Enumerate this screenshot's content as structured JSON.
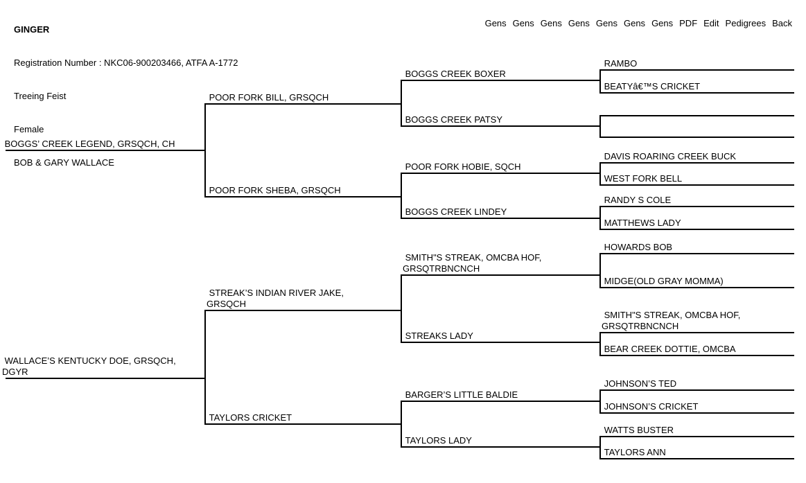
{
  "header": {
    "title": "GINGER",
    "registration": "Registration Number : NKC06-900203466, ATFA A-1772",
    "breed": "Treeing Feist",
    "sex": "Female",
    "owner": "BOB & GARY WALLACE"
  },
  "nav": {
    "links": [
      "Gens",
      "Gens",
      "Gens",
      "Gens",
      "Gens",
      "Gens",
      "Gens",
      "PDF",
      "Edit",
      "Pedigrees",
      "Back"
    ]
  },
  "pedigree": {
    "subject": "GINGER",
    "generations": [
      [
        " BOGGS’ CREEK LEGEND, GRSQCH, CH",
        " WALLACE’S KENTUCKY DOE, GRSQCH,\nDGYR"
      ],
      [
        " POOR FORK BILL, GRSQCH",
        " POOR FORK SHEBA, GRSQCH",
        " STREAK’S INDIAN RIVER JAKE,\nGRSQCH",
        " TAYLORS CRICKET"
      ],
      [
        " BOGGS CREEK BOXER",
        " BOGGS CREEK PATSY",
        " POOR FORK HOBIE, SQCH",
        " BOGGS CREEK LINDEY",
        " SMITH\"S STREAK, OMCBA HOF,\nGRSQTRBNCNCH",
        " STREAKS LADY",
        " BARGER’S LITTLE BALDIE",
        " TAYLORS LADY"
      ],
      [
        " RAMBO",
        " BEATYâ€™S CRICKET",
        "",
        "",
        " DAVIS ROARING CREEK BUCK",
        " WEST FORK BELL",
        " RANDY S COLE",
        " MATTHEWS LADY",
        " HOWARDS BOB",
        " MIDGE(OLD GRAY MOMMA)",
        " SMITH\"S STREAK, OMCBA HOF,\nGRSQTRBNCNCH",
        " BEAR CREEK DOTTIE, OMCBA",
        " JOHNSON’S TED",
        " JOHNSON’S CRICKET",
        " WATTS BUSTER",
        " TAYLORS ANN"
      ]
    ],
    "line_color": "#000000"
  }
}
